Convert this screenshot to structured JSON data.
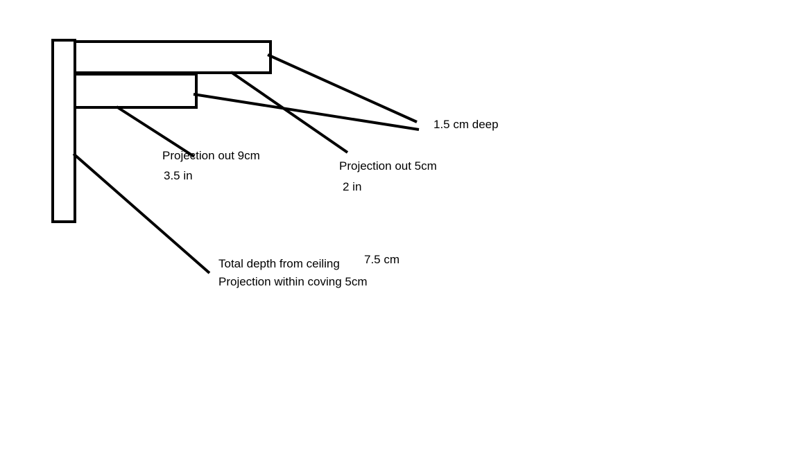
{
  "colors": {
    "stroke": "#000000",
    "background": "#ffffff"
  },
  "labels": {
    "depth": "1.5 cm deep",
    "projection_9cm": "Projection out 9cm",
    "projection_9cm_in": "3.5 in",
    "projection_5cm": "Projection out 5cm",
    "projection_5cm_in": "2 in",
    "total_depth": "Total depth from ceiling",
    "total_depth_value": "7.5 cm",
    "coving": "Projection within coving 5cm"
  }
}
